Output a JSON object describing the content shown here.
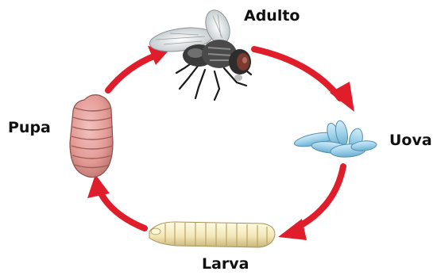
{
  "diagram": {
    "stages": {
      "adult": "Adulto",
      "eggs": "Uova",
      "larva": "Larva",
      "pupa": "Pupa"
    },
    "arrow_color": "#e01e2b",
    "icons": {
      "adult": "housefly-icon",
      "eggs": "egg-cluster-icon",
      "larva": "maggot-icon",
      "pupa": "pupa-icon"
    }
  }
}
